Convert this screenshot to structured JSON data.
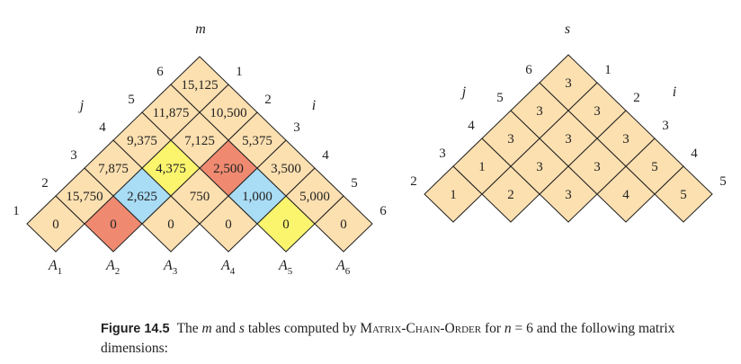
{
  "m_table": {
    "label": "m",
    "i_label": "i",
    "j_label": "j",
    "j_indices": [
      "1",
      "2",
      "3",
      "4",
      "5",
      "6"
    ],
    "i_indices": [
      "1",
      "2",
      "3",
      "4",
      "5",
      "6"
    ],
    "rows": [
      [
        "0",
        "0",
        "0",
        "0",
        "0",
        "0"
      ],
      [
        "15,750",
        "2,625",
        "750",
        "1,000",
        "5,000"
      ],
      [
        "7,875",
        "4,375",
        "2,500",
        "3,500"
      ],
      [
        "9,375",
        "7,125",
        "5,375"
      ],
      [
        "11,875",
        "10,500"
      ],
      [
        "15,125"
      ]
    ],
    "highlighted": [
      {
        "row": 0,
        "col": 1,
        "color": "red"
      },
      {
        "row": 1,
        "col": 1,
        "color": "blue"
      },
      {
        "row": 2,
        "col": 1,
        "color": "yellow"
      },
      {
        "row": 2,
        "col": 2,
        "color": "red"
      },
      {
        "row": 1,
        "col": 3,
        "color": "blue"
      },
      {
        "row": 0,
        "col": 4,
        "color": "yellow"
      }
    ],
    "matrices": [
      {
        "base": "A",
        "sub": "1"
      },
      {
        "base": "A",
        "sub": "2"
      },
      {
        "base": "A",
        "sub": "3"
      },
      {
        "base": "A",
        "sub": "4"
      },
      {
        "base": "A",
        "sub": "5"
      },
      {
        "base": "A",
        "sub": "6"
      }
    ]
  },
  "s_table": {
    "label": "s",
    "i_label": "i",
    "j_label": "j",
    "j_indices": [
      "2",
      "3",
      "4",
      "5",
      "6"
    ],
    "i_indices": [
      "1",
      "2",
      "3",
      "4",
      "5"
    ],
    "rows": [
      [
        "1",
        "2",
        "3",
        "4",
        "5"
      ],
      [
        "1",
        "3",
        "3",
        "5"
      ],
      [
        "3",
        "3",
        "3"
      ],
      [
        "3",
        "3"
      ],
      [
        "3"
      ]
    ]
  },
  "colors": {
    "cell": "#fde0b0",
    "red": "#ef8a70",
    "blue": "#a9dcf5",
    "yellow": "#fbf56e",
    "stroke": "#222222"
  },
  "caption": {
    "label": "Figure 14.5",
    "text_before": "The ",
    "m": "m",
    "and": " and ",
    "s": "s",
    "mid": " tables computed by ",
    "algo": "Matrix-Chain-Order",
    "for": " for ",
    "n": "n",
    "rest": " = 6 and the following matrix dimensions:"
  }
}
